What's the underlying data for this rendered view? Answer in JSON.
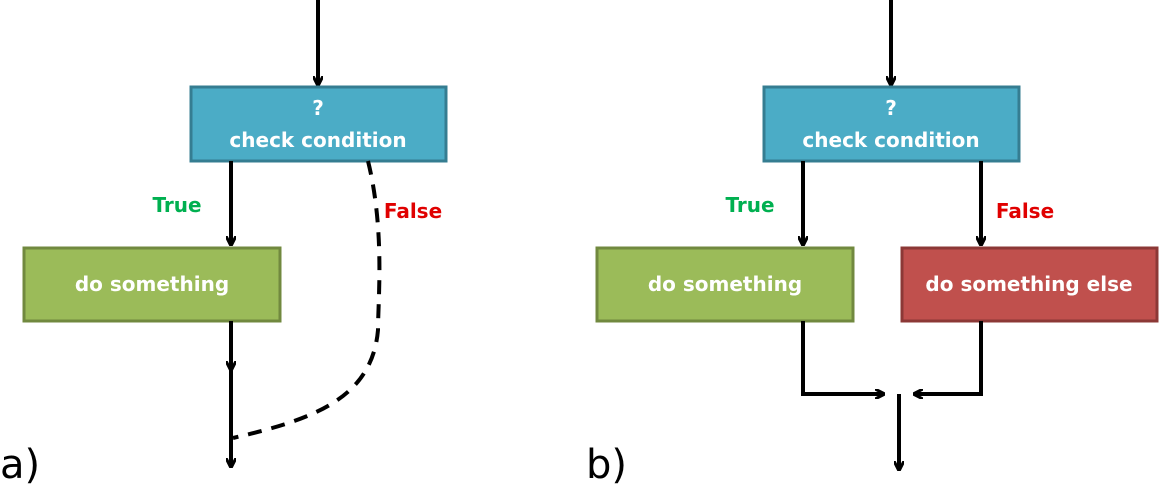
{
  "panels": {
    "a": {
      "label": "a)",
      "condition": {
        "symbol": "?",
        "text": "check condition"
      },
      "true_label": "True",
      "false_label": "False",
      "true_box": "do something"
    },
    "b": {
      "label": "b)",
      "condition": {
        "symbol": "?",
        "text": "check condition"
      },
      "true_label": "True",
      "false_label": "False",
      "true_box": "do something",
      "false_box": "do something else"
    }
  },
  "colors": {
    "condition_fill": "#4bacc6",
    "condition_stroke": "#357d91",
    "true_fill": "#9bbb59",
    "true_stroke": "#71893f",
    "false_fill": "#c0504d",
    "false_stroke": "#8c3836",
    "true_text": "#00b050",
    "false_text": "#e00000",
    "line": "#000000"
  }
}
